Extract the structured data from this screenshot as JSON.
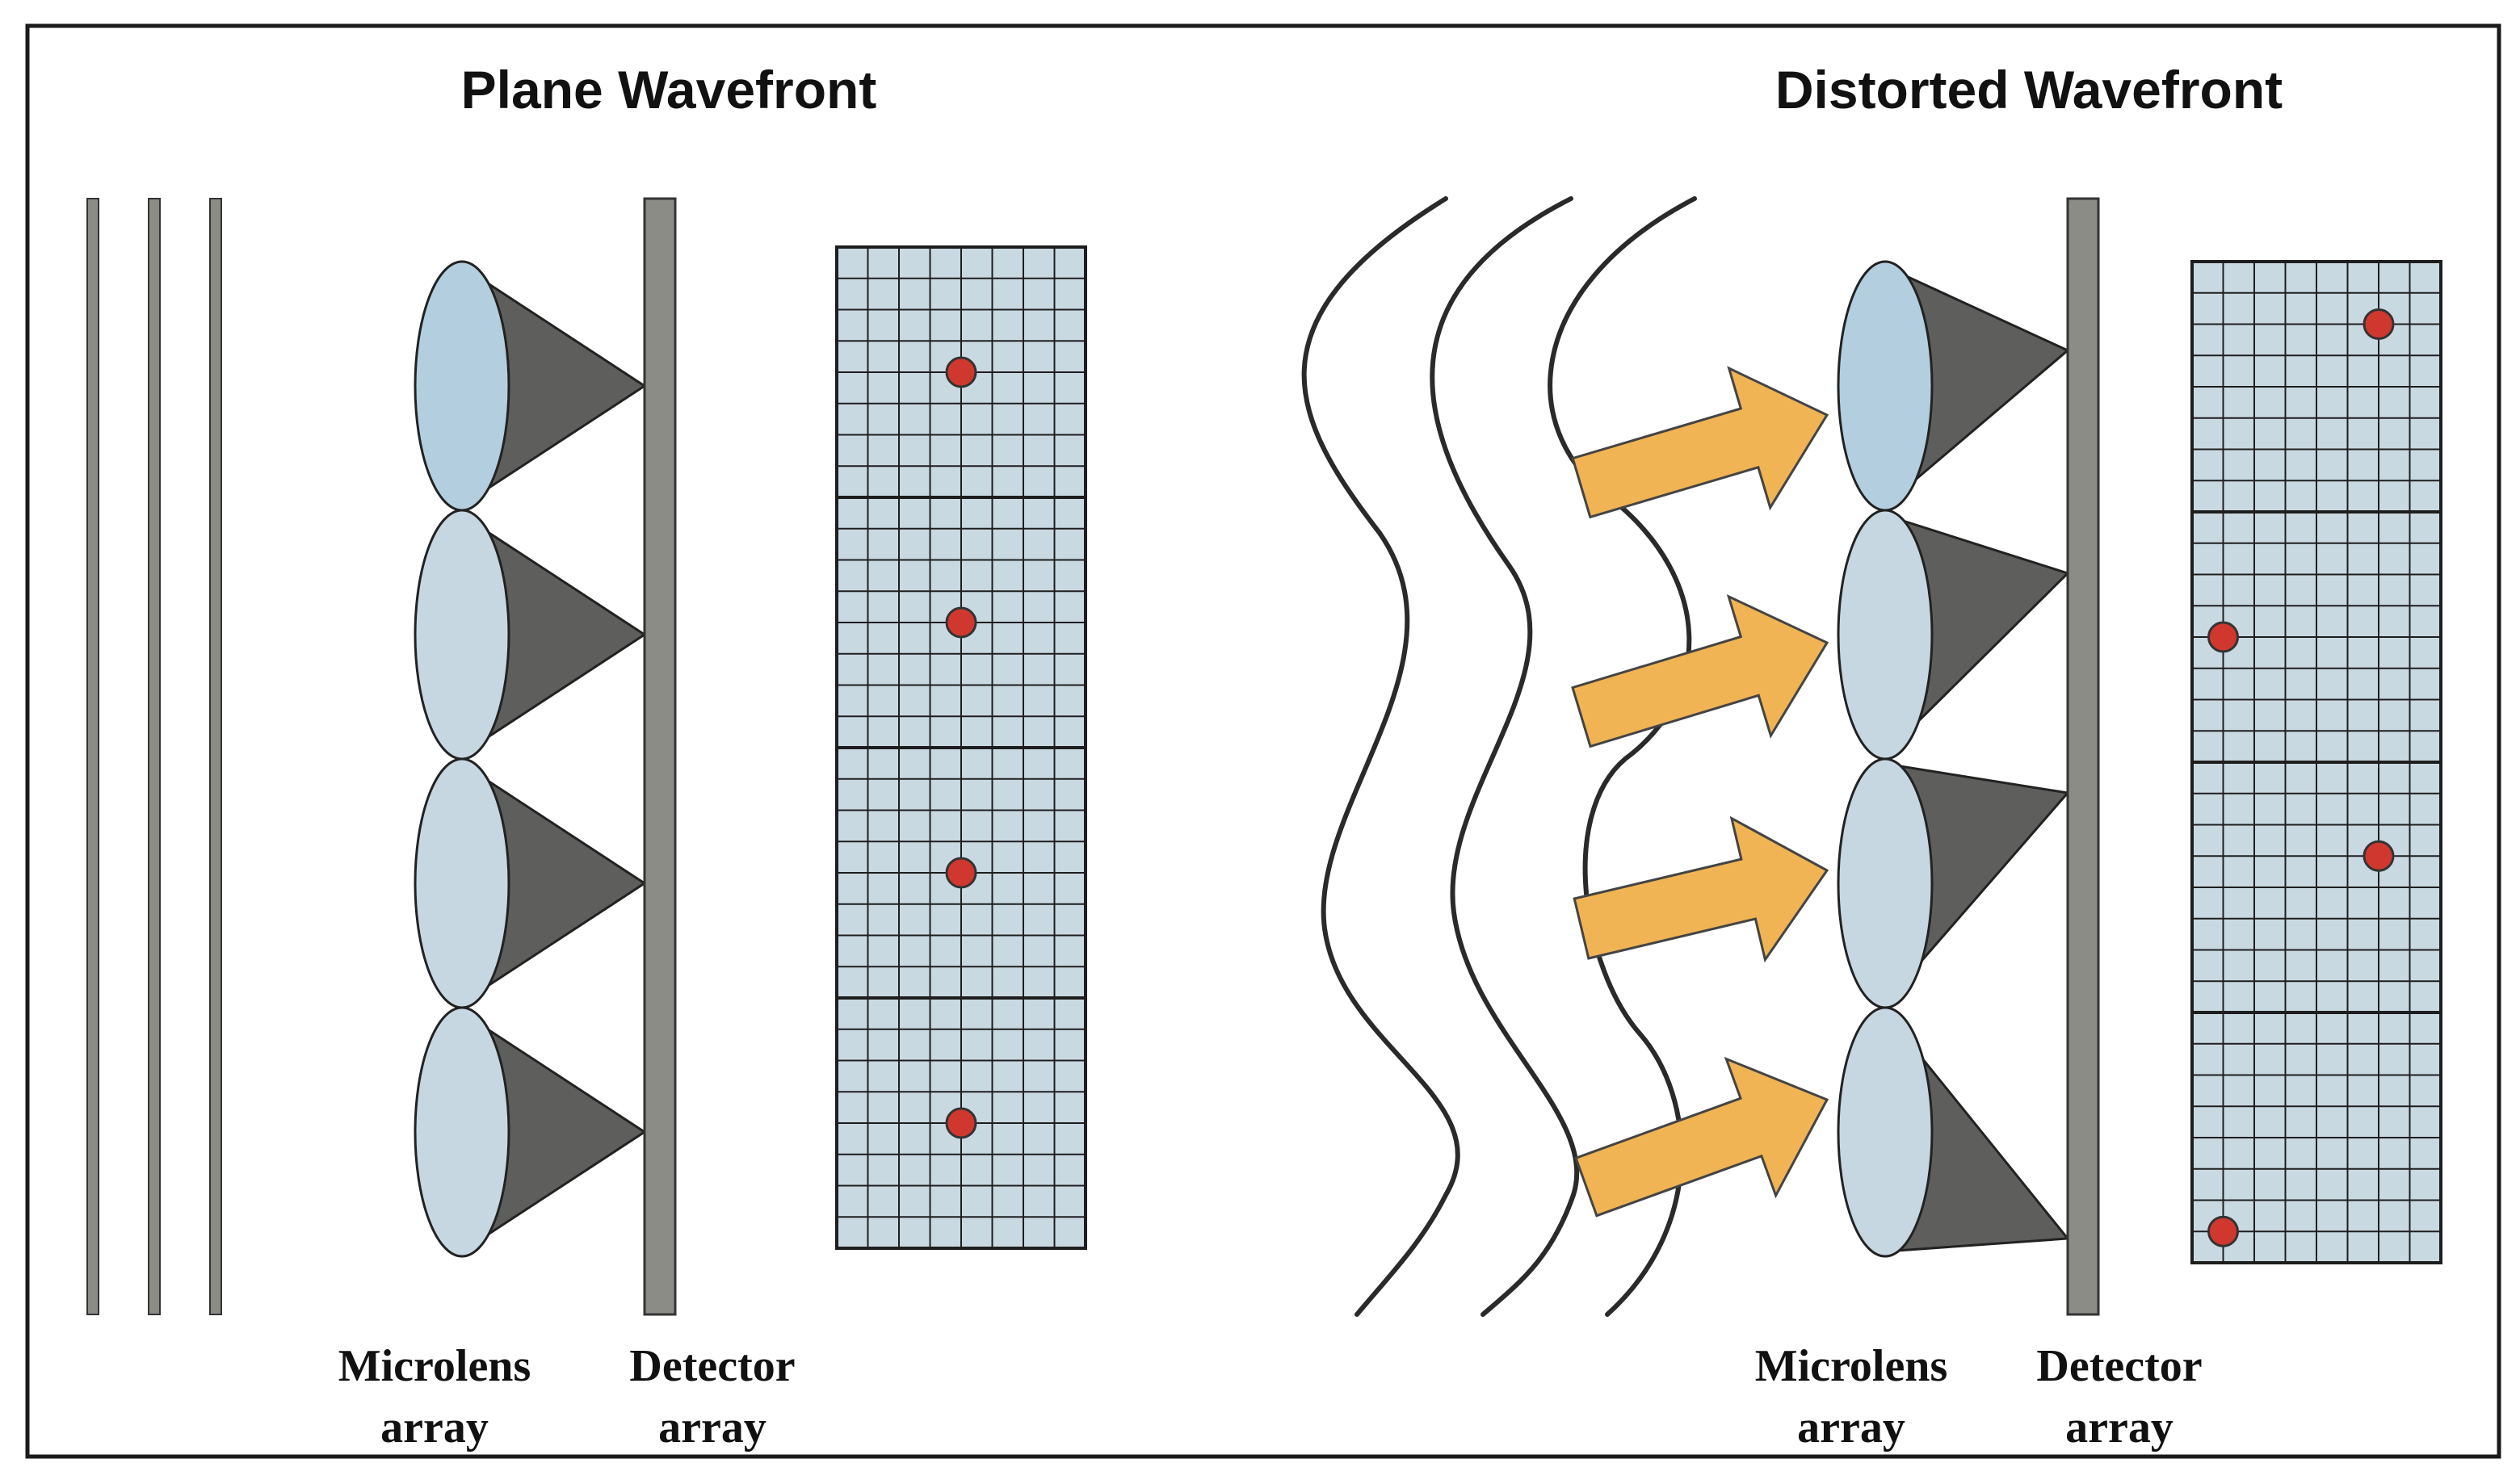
{
  "panels": [
    {
      "id": "plane",
      "title": "Plane Wavefront",
      "microlens_label": [
        "Microlens",
        "array"
      ],
      "detector_label": [
        "Detector",
        "array"
      ],
      "spot_offsets": [
        [
          0,
          0
        ],
        [
          0,
          0
        ],
        [
          0,
          0
        ],
        [
          0,
          0
        ]
      ]
    },
    {
      "id": "distorted",
      "title": "Distorted Wavefront",
      "microlens_label": [
        "Microlens",
        "array"
      ],
      "detector_label": [
        "Detector",
        "array"
      ],
      "spot_offsets": [
        [
          2,
          -2
        ],
        [
          -3,
          0
        ],
        [
          2,
          -1
        ],
        [
          -3,
          3
        ]
      ]
    }
  ],
  "grid": {
    "rows_per_cell": 8,
    "cols_per_cell": 8
  },
  "colors": {
    "border": "#1a1a1a",
    "lens_fill": "#c6d7e1",
    "lens_highlight": "#b3cfdf",
    "cone_fill": "#5e5e5c",
    "detector_fill": "#8c8c87",
    "grid_fill": "#c9d9e2",
    "grid_line": "#1e1e1e",
    "spot_fill": "#d0382f",
    "arrow_fill": "#f0b455",
    "wave_stroke": "#2a2a2a"
  }
}
